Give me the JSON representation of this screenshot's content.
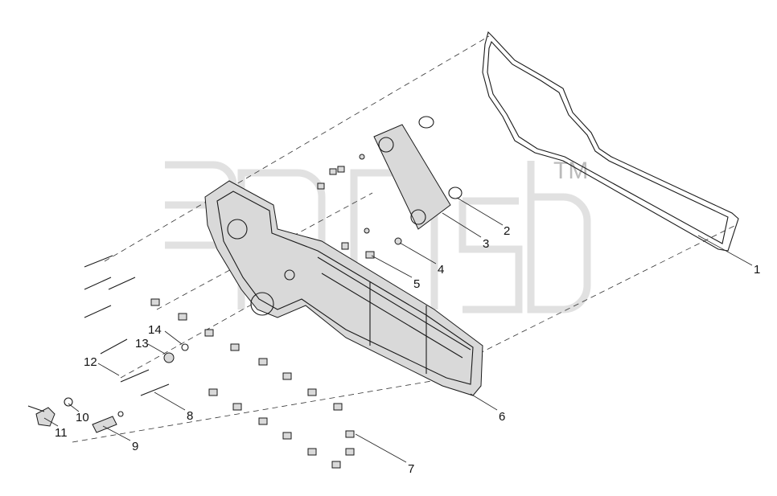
{
  "watermark": {
    "tm": "TM"
  },
  "callouts": {
    "c1": "1",
    "c2": "2",
    "c3": "3",
    "c4": "4",
    "c5": "5",
    "c6": "6",
    "c7": "7",
    "c8": "8",
    "c9": "9",
    "c10": "10",
    "c11": "11",
    "c12": "12",
    "c13": "13",
    "c14": "14"
  }
}
